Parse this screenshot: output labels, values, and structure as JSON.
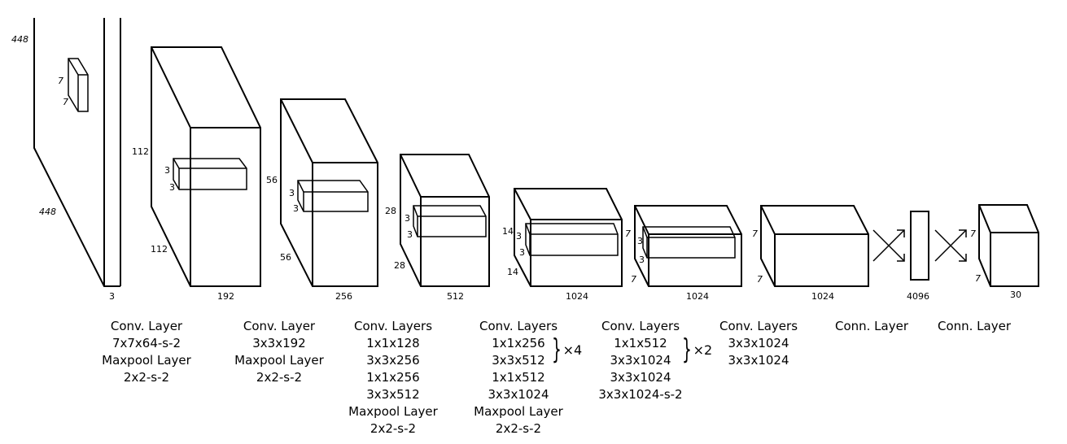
{
  "dims": {
    "in_h": "448",
    "in_w": "448",
    "in_c": "3",
    "in_k1": "7",
    "in_k2": "7",
    "b1_h": "112",
    "b1_w": "112",
    "b1_c": "192",
    "b1_k1": "3",
    "b1_k2": "3",
    "b2_h": "56",
    "b2_w": "56",
    "b2_c": "256",
    "b2_k1": "3",
    "b2_k2": "3",
    "b3_h": "28",
    "b3_w": "28",
    "b3_c": "512",
    "b3_k1": "3",
    "b3_k2": "3",
    "b4_h": "14",
    "b4_w": "14",
    "b4_c": "1024",
    "b4_k1": "3",
    "b4_k2": "3",
    "b5_h": "7",
    "b5_w": "7",
    "b5_c": "1024",
    "b5_k1": "3",
    "b5_k2": "3",
    "b6_h": "7",
    "b6_w": "7",
    "b6_c": "1024",
    "fc1": "4096",
    "out_h": "7",
    "out_w": "7",
    "out_c": "30"
  },
  "captions": [
    {
      "lines": [
        "Conv. Layer",
        "7x7x64-s-2",
        "Maxpool Layer",
        "2x2-s-2"
      ]
    },
    {
      "lines": [
        "Conv. Layer",
        "3x3x192",
        "Maxpool Layer",
        "2x2-s-2"
      ]
    },
    {
      "lines": [
        "Conv. Layers",
        "1x1x128",
        "3x3x256",
        "1x1x256",
        "3x3x512",
        "Maxpool Layer",
        "2x2-s-2"
      ]
    },
    {
      "lines": [
        "Conv. Layers",
        "1x1x256",
        "3x3x512",
        "1x1x512",
        "3x3x1024",
        "Maxpool Layer",
        "2x2-s-2"
      ]
    },
    {
      "lines": [
        "Conv. Layers",
        "1x1x512",
        "3x3x1024",
        "3x3x1024",
        "3x3x1024-s-2"
      ]
    },
    {
      "lines": [
        "Conv. Layers",
        "3x3x1024",
        "3x3x1024"
      ]
    },
    {
      "lines": [
        "Conn. Layer"
      ]
    },
    {
      "lines": [
        "Conn. Layer"
      ]
    }
  ],
  "repeats": {
    "r1": "×4",
    "r2": "×2"
  }
}
